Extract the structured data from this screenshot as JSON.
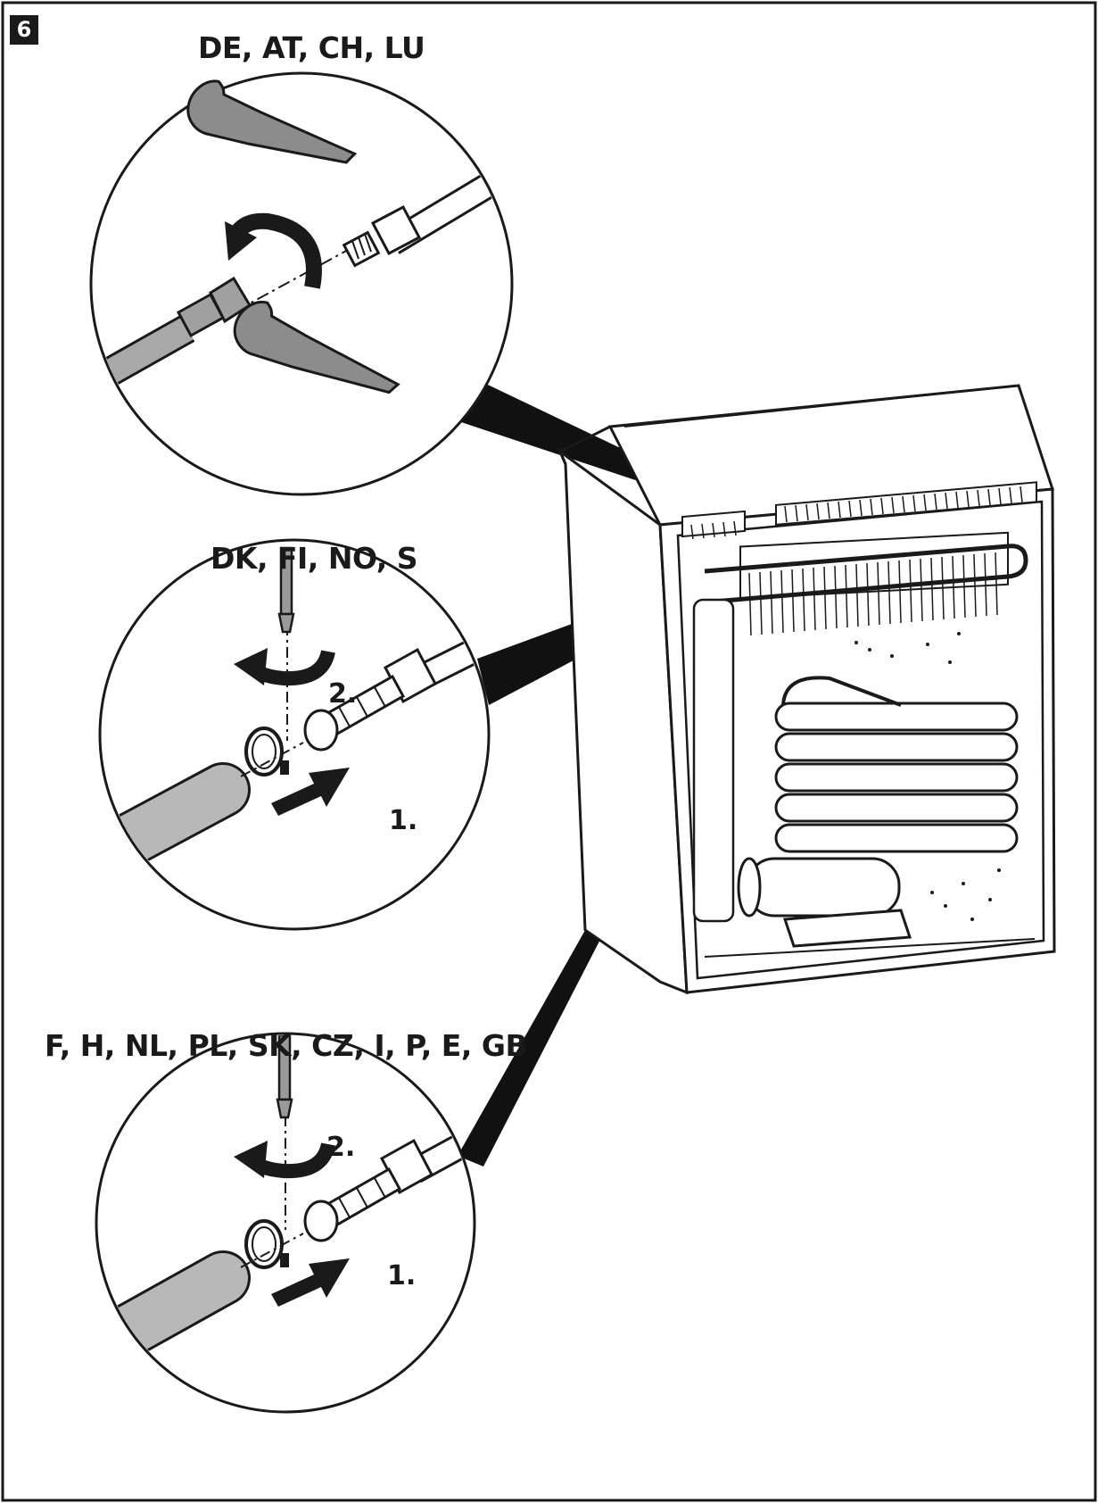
{
  "figure": {
    "number": "6"
  },
  "groups": [
    {
      "label": "DE, AT, CH, LU"
    },
    {
      "label": "DK, FI, NO, S",
      "steps": [
        "1.",
        "2."
      ]
    },
    {
      "label": "F, H, NL, PL, SK, CZ, I,  P, E, GB",
      "steps": [
        "1.",
        "2."
      ]
    }
  ],
  "colors": {
    "ink": "#1a1a1a",
    "hose": "#b8b8b8",
    "metal": "#9a9a9a",
    "paper": "#ffffff"
  }
}
